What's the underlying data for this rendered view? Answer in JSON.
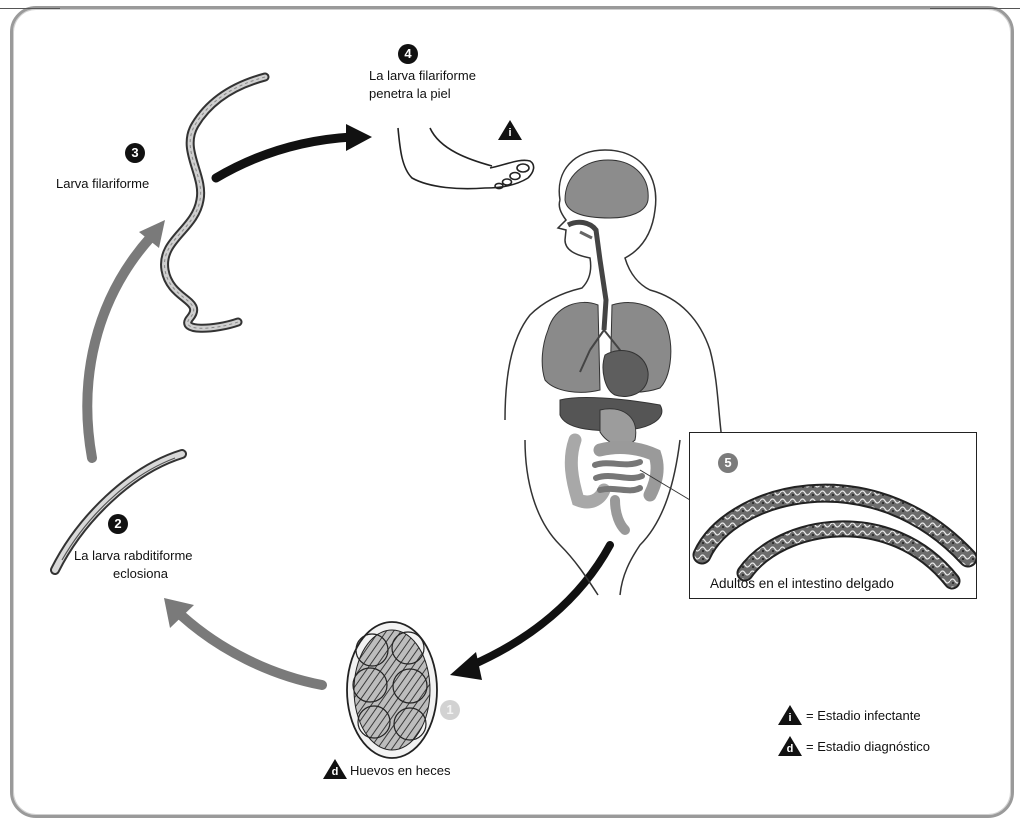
{
  "steps": {
    "step2": {
      "number": "2",
      "line1": "La larva rabditiforme",
      "line2": "eclosiona"
    },
    "step3": {
      "number": "3",
      "label": "Larva filariforme"
    },
    "step4": {
      "number": "4",
      "line1": "La larva filariforme",
      "line2": "penetra la piel"
    },
    "step5": {
      "number": "5",
      "label": "Adultos en el intestino delgado"
    },
    "step1": {
      "number": "1",
      "label": "Huevos en heces"
    }
  },
  "legend": {
    "infective_symbol": "i",
    "infective_label": "= Estadio infectante",
    "diagnostic_symbol": "d",
    "diagnostic_label": "= Estadio diagnóstico"
  },
  "colors": {
    "dark_arrow": "#111111",
    "grey_arrow": "#7a7a7a",
    "organ_dark": "#6a6a6a",
    "organ_mid": "#9a9a9a",
    "organ_light": "#c8c8c8"
  }
}
